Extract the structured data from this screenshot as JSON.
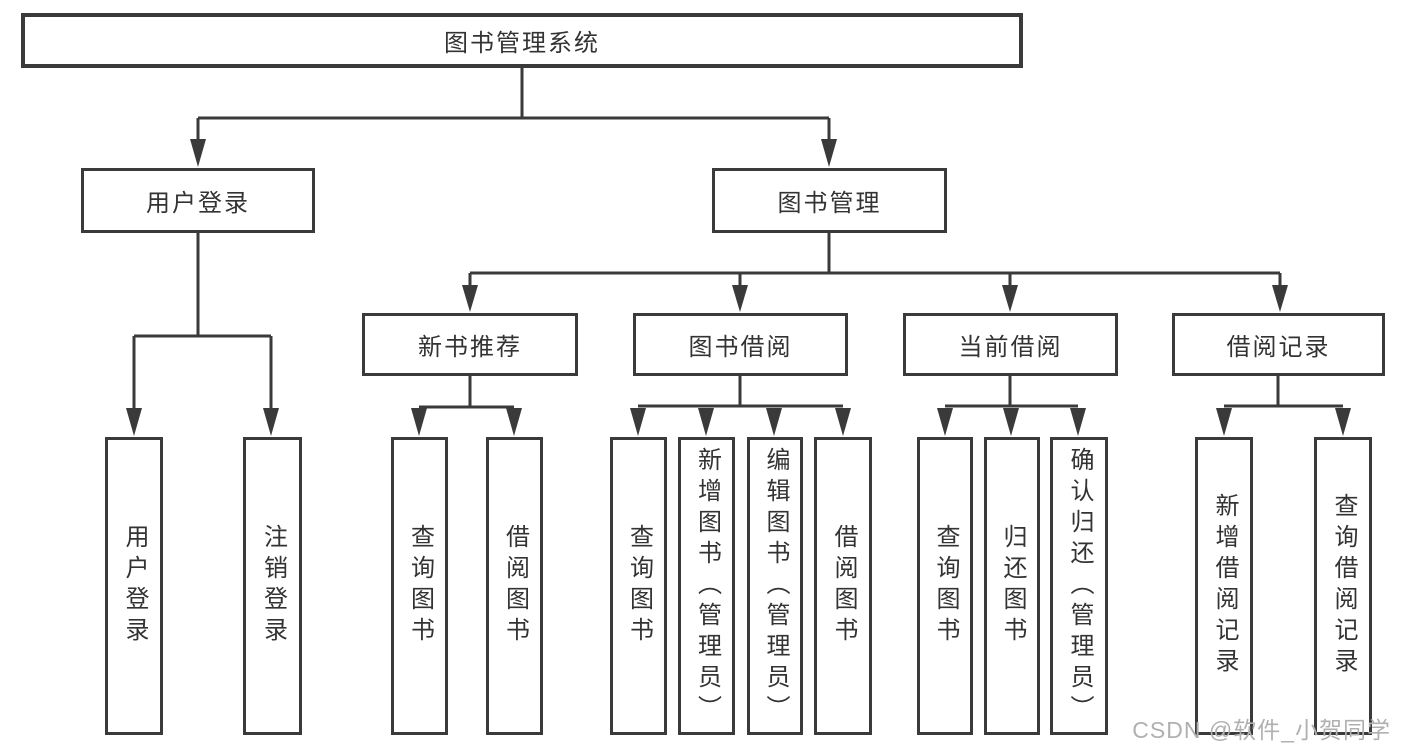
{
  "nodes": {
    "root": "图书管理系统",
    "user_login": "用户登录",
    "book_management": "图书管理",
    "new_book_recommend": "新书推荐",
    "book_borrow": "图书借阅",
    "current_borrow": "当前借阅",
    "borrow_records": "借阅记录"
  },
  "leaves": {
    "user_login": [
      "用户登录",
      "注销登录"
    ],
    "new_book_recommend": [
      "查询图书",
      "借阅图书"
    ],
    "book_borrow": [
      "查询图书",
      "新增图书（管理员）",
      "编辑图书（管理员）",
      "借阅图书"
    ],
    "current_borrow": [
      "查询图书",
      "归还图书",
      "确认归还（管理员）"
    ],
    "borrow_records": [
      "新增借阅记录",
      "查询借阅记录"
    ]
  },
  "watermark": {
    "text": "CSDN @软件_小贺同学"
  },
  "colors": {
    "line": "#3a3a3a",
    "text": "#333333",
    "watermark": "#b0b0b0",
    "background": "#ffffff"
  }
}
